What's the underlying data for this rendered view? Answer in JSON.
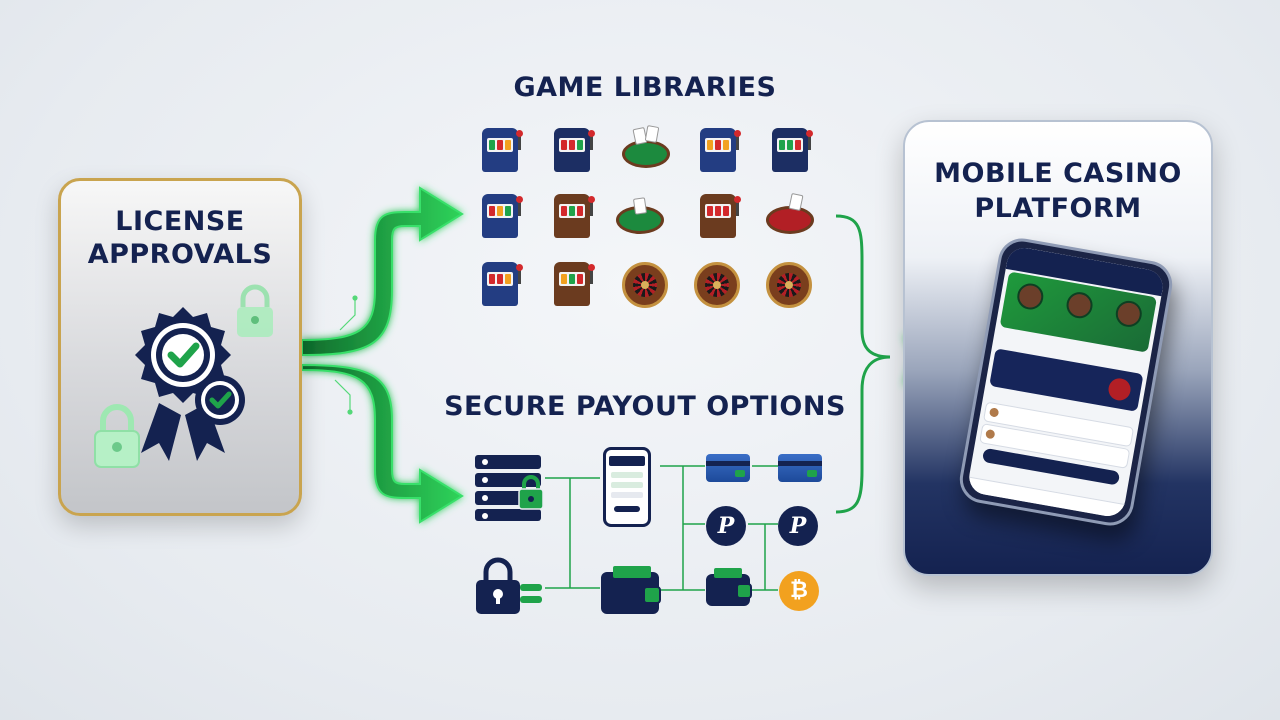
{
  "headings": {
    "license": "LICENSE\nAPPROVALS",
    "games": "GAME LIBRARIES",
    "payout": "SECURE PAYOUT OPTIONS",
    "mobile": "MOBILE CASINO\nPLATFORM"
  },
  "colors": {
    "navy": "#142250",
    "green": "#1fa34a",
    "gold": "#c9a44f",
    "background": "#e9edf2"
  },
  "icons": {
    "license": [
      "approval-badge-icon",
      "check-icon",
      "padlock-icon"
    ],
    "games": [
      "slot-machine-icon",
      "card-table-icon",
      "roulette-wheel-icon"
    ],
    "payout": [
      "server-icon",
      "padlock-icon",
      "mobile-wallet-icon",
      "wallet-icon",
      "credit-card-icon",
      "paypal-icon",
      "bitcoin-icon"
    ]
  }
}
